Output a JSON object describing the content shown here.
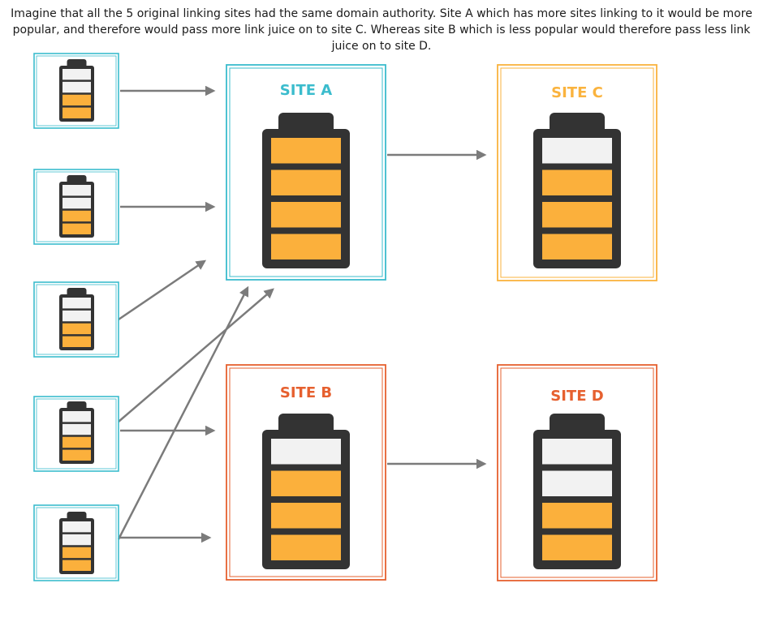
{
  "caption": "Imagine that all the 5 original linking sites had the same domain authority. Site A which has more sites linking to it would be more popular, and therefore would pass more link juice on to site C. Whereas site B which is less popular would therefore pass less link juice on to site D.",
  "colors": {
    "teal": "#3bbccd",
    "orange": "#fab33e",
    "red_orange": "#e6602f",
    "battery_body": "#333333",
    "battery_empty": "#f2f2f2",
    "battery_full": "#fbb03c",
    "arrow": "#7b7b7b"
  },
  "small_sites": [
    {
      "filled_bars": 2,
      "total_bars": 4
    },
    {
      "filled_bars": 2,
      "total_bars": 4
    },
    {
      "filled_bars": 2,
      "total_bars": 4
    },
    {
      "filled_bars": 2,
      "total_bars": 4
    },
    {
      "filled_bars": 2,
      "total_bars": 4
    }
  ],
  "sites": {
    "a": {
      "title": "SITE A",
      "filled_bars": 4,
      "total_bars": 4
    },
    "b": {
      "title": "SITE B",
      "filled_bars": 3,
      "total_bars": 4
    },
    "c": {
      "title": "SITE C",
      "filled_bars": 3,
      "total_bars": 4
    },
    "d": {
      "title": "SITE D",
      "filled_bars": 2,
      "total_bars": 4
    }
  }
}
